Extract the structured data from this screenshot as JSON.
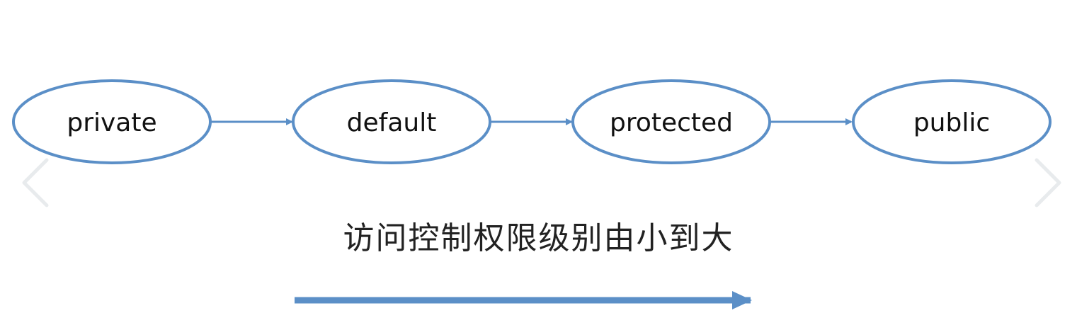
{
  "diagram": {
    "nodes": [
      {
        "id": "private",
        "label": "private"
      },
      {
        "id": "default",
        "label": "default"
      },
      {
        "id": "protected",
        "label": "protected"
      },
      {
        "id": "public",
        "label": "public"
      }
    ],
    "edges": [
      {
        "from": "private",
        "to": "default"
      },
      {
        "from": "default",
        "to": "protected"
      },
      {
        "from": "protected",
        "to": "public"
      }
    ],
    "caption": "访问控制权限级别由小到大",
    "colors": {
      "stroke": "#5b8fc7",
      "text": "#111111",
      "background": "#ffffff"
    }
  },
  "nav": {
    "prev_icon": "chevron-left-icon",
    "next_icon": "chevron-right-icon"
  }
}
